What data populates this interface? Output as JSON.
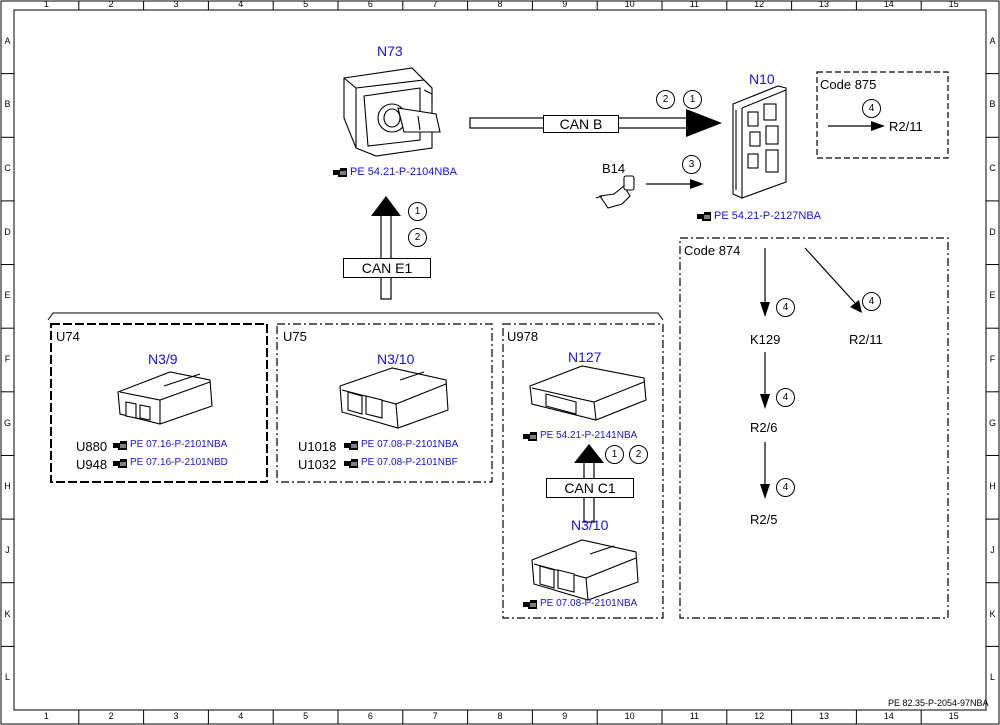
{
  "grid": {
    "columns": [
      "1",
      "2",
      "3",
      "4",
      "5",
      "6",
      "7",
      "8",
      "9",
      "10",
      "11",
      "12",
      "13",
      "14",
      "15"
    ],
    "rows": [
      "A",
      "B",
      "C",
      "D",
      "E",
      "F",
      "G",
      "H",
      "J",
      "K",
      "L"
    ]
  },
  "footer": "PE 82.35-P-2054-97NBA",
  "components": {
    "n73": {
      "name": "N73",
      "ref": "PE 54.21-P-2104NBA"
    },
    "n10": {
      "name": "N10",
      "ref": "PE 54.21-P-2127NBA"
    },
    "b14": {
      "name": "B14"
    },
    "code875": {
      "title": "Code 875",
      "target": "R2/11",
      "badge": "4"
    },
    "code874": {
      "title": "Code 874",
      "k129": "K129",
      "r211": "R2/11",
      "r26": "R2/6",
      "r25": "R2/5",
      "badge": "4"
    },
    "u74": {
      "title": "U74",
      "ecu": "N3/9",
      "variants": [
        {
          "code": "U880",
          "ref": "PE 07.16-P-2101NBA"
        },
        {
          "code": "U948",
          "ref": "PE 07.16-P-2101NBD"
        }
      ]
    },
    "u75": {
      "title": "U75",
      "ecu": "N3/10",
      "variants": [
        {
          "code": "U1018",
          "ref": "PE 07.08-P-2101NBA"
        },
        {
          "code": "U1032",
          "ref": "PE 07.08-P-2101NBF"
        }
      ]
    },
    "u978": {
      "title": "U978",
      "top": "N127",
      "top_ref": "PE 54.21-P-2141NBA",
      "bottom": "N3/10",
      "bottom_ref": "PE 07.08-P-2101NBA"
    }
  },
  "buses": {
    "can_b": "CAN B",
    "can_e1": "CAN E1",
    "can_c1": "CAN C1"
  },
  "badges": {
    "one": "1",
    "two": "2",
    "three": "3"
  },
  "colors": {
    "link_blue": "#1414d2",
    "line": "#000000",
    "border": "#000000"
  }
}
